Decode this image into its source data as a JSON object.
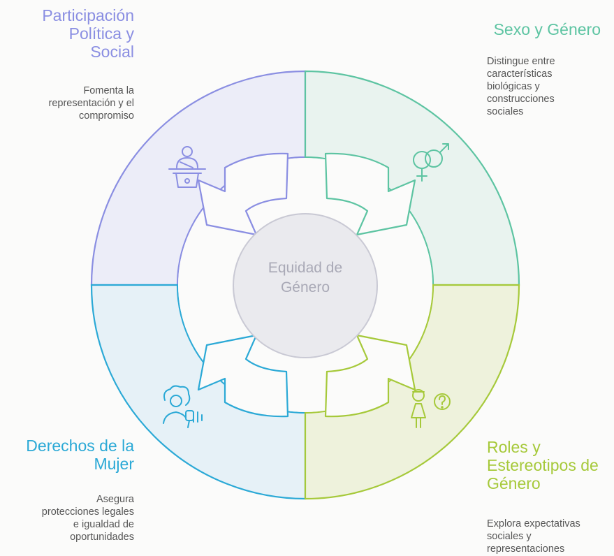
{
  "center": {
    "label_line1": "Equidad de",
    "label_line2": "Género"
  },
  "sections": {
    "top_left": {
      "title": [
        "Participación",
        "Política y",
        "Social"
      ],
      "description": [
        "Fomenta la",
        "representación y el",
        "compromiso"
      ],
      "icon": "speaker-podium-icon",
      "color": "#8a8ee2"
    },
    "top_right": {
      "title": [
        "Sexo y Género"
      ],
      "description": [
        "Distingue entre",
        "características",
        "biológicas y",
        "construcciones",
        "sociales"
      ],
      "icon": "gender-symbols-icon",
      "color": "#5dc4a2"
    },
    "bottom_left": {
      "title": [
        "Derechos de la",
        "Mujer"
      ],
      "description": [
        "Asegura",
        "protecciones legales",
        "e igualdad de",
        "oportunidades"
      ],
      "icon": "woman-speaking-icon",
      "color": "#2ba9d6"
    },
    "bottom_right": {
      "title": [
        "Roles y",
        "Estereotipos de",
        "Género"
      ],
      "description": [
        "Explora expectativas",
        "sociales y",
        "representaciones"
      ],
      "icon": "person-question-icon",
      "color": "#a6c93a"
    }
  },
  "colors": {
    "quadrant_top_left_fill": "#ecedf8",
    "quadrant_top_right_fill": "#e9f3ef",
    "quadrant_bottom_left_fill": "#e6f1f7",
    "quadrant_bottom_right_fill": "#eef2dc",
    "center_fill": "#eaeaee",
    "center_stroke": "#c9c9d4"
  }
}
